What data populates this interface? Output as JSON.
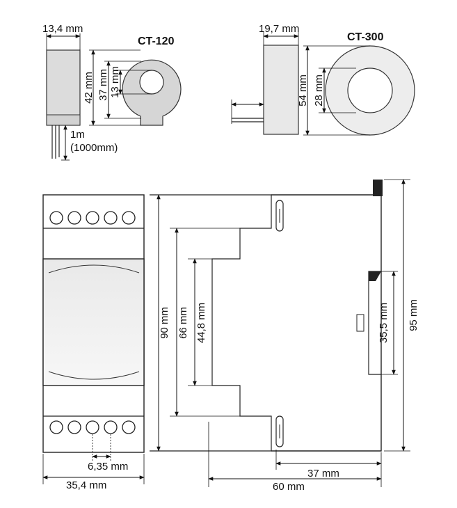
{
  "ct120": {
    "title": "CT-120",
    "width_label": "13,4 mm",
    "outer_label": "42 mm",
    "ring_label": "37 mm",
    "hole_label": "13 mm",
    "cable_label": "1m",
    "cable_label_mm": "(1000mm)"
  },
  "ct300": {
    "title": "CT-300",
    "width_label": "19,7 mm",
    "outer_label": "54 mm",
    "hole_label": "28 mm"
  },
  "front_view": {
    "pitch_label": "6,35 mm",
    "width_label": "35,4 mm"
  },
  "side_view": {
    "height_total_label": "90 mm",
    "height_mid_label": "66 mm",
    "height_inner_label": "44,8 mm",
    "height_overall_label": "95 mm",
    "rail_label": "35,5 mm",
    "depth_rail_label": "37 mm",
    "depth_total_label": "60 mm"
  }
}
